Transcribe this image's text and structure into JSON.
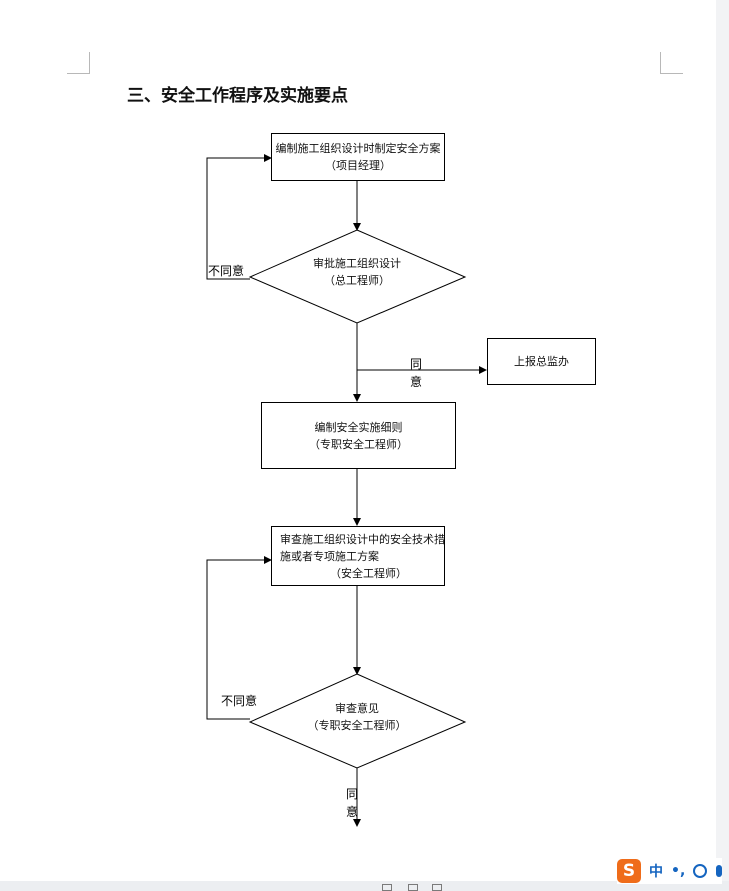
{
  "document": {
    "heading": "三、安全工作程序及实施要点"
  },
  "flowchart": {
    "step1": {
      "line1": "编制施工组织设计时制定安全方案",
      "line2": "（项目经理）"
    },
    "decision1": {
      "line1": "审批施工组织设计",
      "line2": "（总工程师）"
    },
    "reject1": "不同意",
    "approve1": [
      "同",
      "意"
    ],
    "report": "上报总监办",
    "step2": {
      "line1": "编制安全实施细则",
      "line2": "（专职安全工程师）"
    },
    "step3": {
      "line1": "审查施工组织设计中的安全技术措",
      "line2": "施或者专项施工方案",
      "line3": "（安全工程师）"
    },
    "decision2": {
      "line1": "审查意见",
      "line2": "（专职安全工程师）"
    },
    "reject2": "不同意",
    "approve2": [
      "同",
      "意"
    ]
  },
  "ime": {
    "logo": "S",
    "mode": "中",
    "punct": "•,"
  },
  "colors": {
    "line": "#000000",
    "ime_brand": "#ef6c1a",
    "ime_text": "#1565c0"
  }
}
